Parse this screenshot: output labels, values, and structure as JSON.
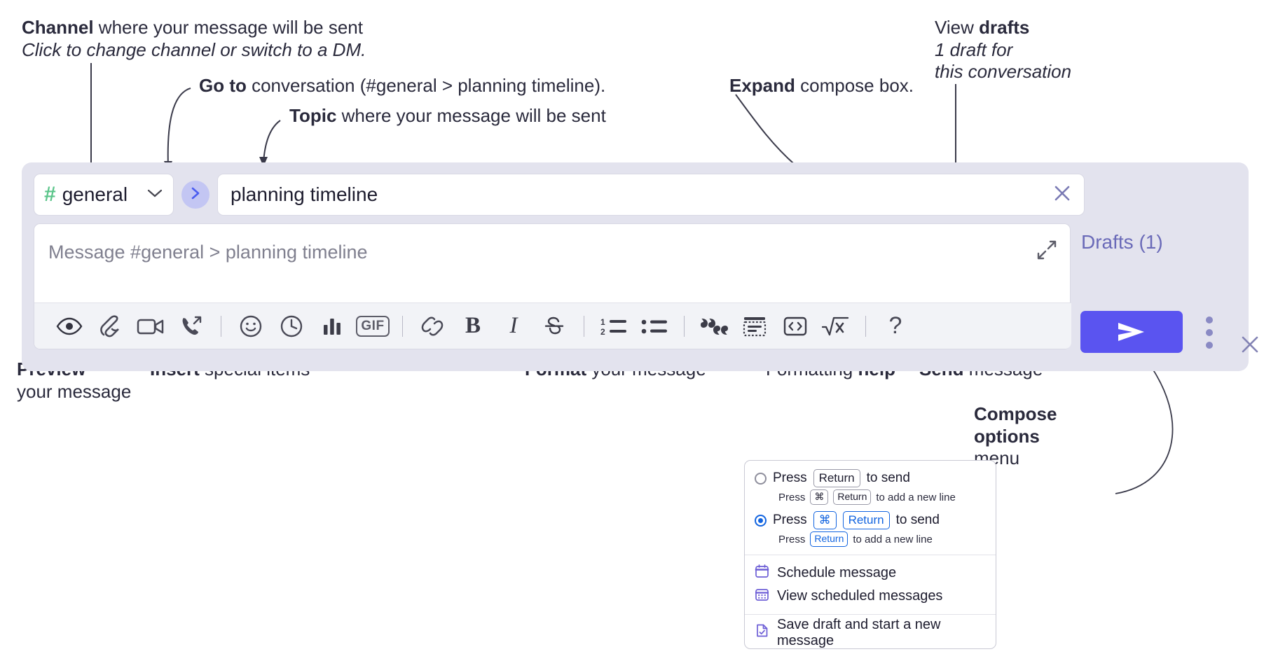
{
  "annotations": {
    "channel": {
      "bold": "Channel",
      "rest": " where your message will be sent",
      "italic": "Click to change channel or switch to a DM."
    },
    "goto": {
      "bold": "Go to",
      "rest": " conversation (#general > planning timeline)."
    },
    "topic": {
      "bold": "Topic",
      "rest": " where your message will be sent"
    },
    "expand": {
      "bold": "Expand",
      "rest": " compose box."
    },
    "drafts": {
      "plain": "View ",
      "bold": "drafts",
      "italic1": "1 draft for",
      "italic2": "this conversation"
    },
    "preview": {
      "bold": "Preview",
      "line2": "your message"
    },
    "insert": {
      "bold": "Insert",
      "rest": " special items"
    },
    "format": {
      "bold": "Format",
      "rest": " your message"
    },
    "help": {
      "plain": "Formatting ",
      "bold": "help"
    },
    "send": {
      "bold": "Send",
      "rest": " message"
    },
    "compose_options": {
      "bold1": "Compose",
      "bold2": "options",
      "plain": "menu"
    }
  },
  "compose": {
    "channel_name": "general",
    "channel_hash": "#",
    "topic_value": "planning timeline",
    "message_placeholder": "Message #general > planning timeline",
    "drafts_label": "Drafts (1)",
    "accent_send": "#5a54f0",
    "accent_hash": "#5bc58a",
    "accent_goto_bg": "#c3c6f3",
    "panel_bg": "#e3e3ee",
    "toolbar": [
      {
        "name": "preview-icon",
        "label": "Preview"
      },
      {
        "name": "attachment-icon",
        "label": "Attach file"
      },
      {
        "name": "video-clip-icon",
        "label": "Record video clip"
      },
      {
        "name": "audio-clip-icon",
        "label": "Record audio clip"
      },
      {
        "name": "separator",
        "label": ""
      },
      {
        "name": "emoji-icon",
        "label": "Emoji"
      },
      {
        "name": "clock-icon",
        "label": "Schedule"
      },
      {
        "name": "poll-icon",
        "label": "Poll"
      },
      {
        "name": "gif-icon",
        "label": "GIF"
      },
      {
        "name": "separator",
        "label": ""
      },
      {
        "name": "link-icon",
        "label": "Link"
      },
      {
        "name": "bold-icon",
        "label": "B"
      },
      {
        "name": "italic-icon",
        "label": "I"
      },
      {
        "name": "strikethrough-icon",
        "label": "S"
      },
      {
        "name": "separator",
        "label": ""
      },
      {
        "name": "ordered-list-icon",
        "label": "Ordered list"
      },
      {
        "name": "bulleted-list-icon",
        "label": "Bulleted list"
      },
      {
        "name": "separator",
        "label": ""
      },
      {
        "name": "blockquote-icon",
        "label": "Blockquote"
      },
      {
        "name": "code-block-icon",
        "label": "Code block"
      },
      {
        "name": "inline-code-icon",
        "label": "Code"
      },
      {
        "name": "math-icon",
        "label": "Math"
      },
      {
        "name": "separator",
        "label": ""
      },
      {
        "name": "formatting-help-icon",
        "label": "?"
      }
    ]
  },
  "options_menu": {
    "send_options": [
      {
        "selected": false,
        "press": "Press",
        "key": "Return",
        "suffix": "to send",
        "sub_press": "Press",
        "sub_key1": "⌘",
        "sub_key2": "Return",
        "sub_suffix": "to add a new line"
      },
      {
        "selected": true,
        "press": "Press",
        "key1": "⌘",
        "key2": "Return",
        "suffix": "to send",
        "sub_press": "Press",
        "sub_key": "Return",
        "sub_suffix": "to add a new line"
      }
    ],
    "items": [
      {
        "icon": "calendar-icon",
        "label": "Schedule message"
      },
      {
        "icon": "calendar-grid-icon",
        "label": "View scheduled messages"
      },
      {
        "icon": "save-draft-icon",
        "label": "Save draft and start a new message"
      }
    ]
  }
}
